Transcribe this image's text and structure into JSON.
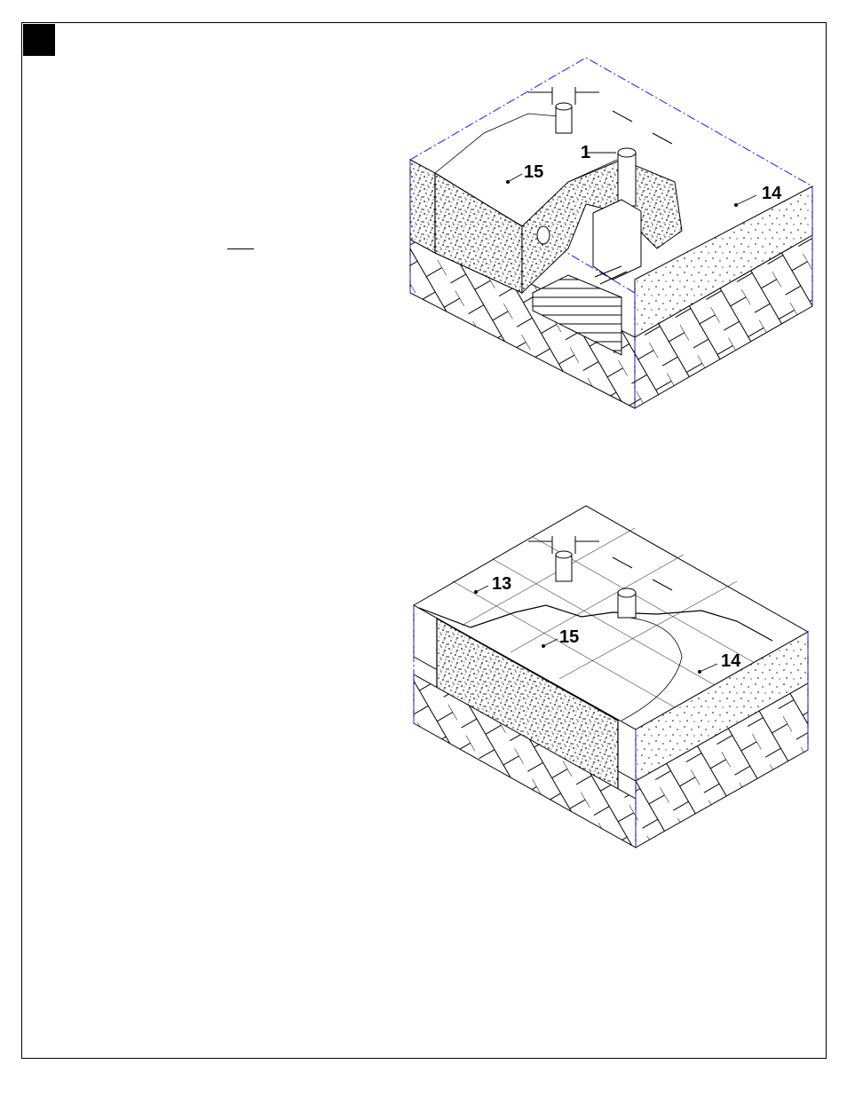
{
  "figures": [
    {
      "name": "excavated-view",
      "labels": {
        "pipe": "1",
        "fill": "15",
        "soil": "14"
      }
    },
    {
      "name": "backfilled-view",
      "labels": {
        "trench": "13",
        "fill": "15",
        "soil": "14"
      }
    }
  ],
  "colors": {
    "line": "#000000",
    "phantom": "#1a1aff",
    "background": "#ffffff"
  }
}
